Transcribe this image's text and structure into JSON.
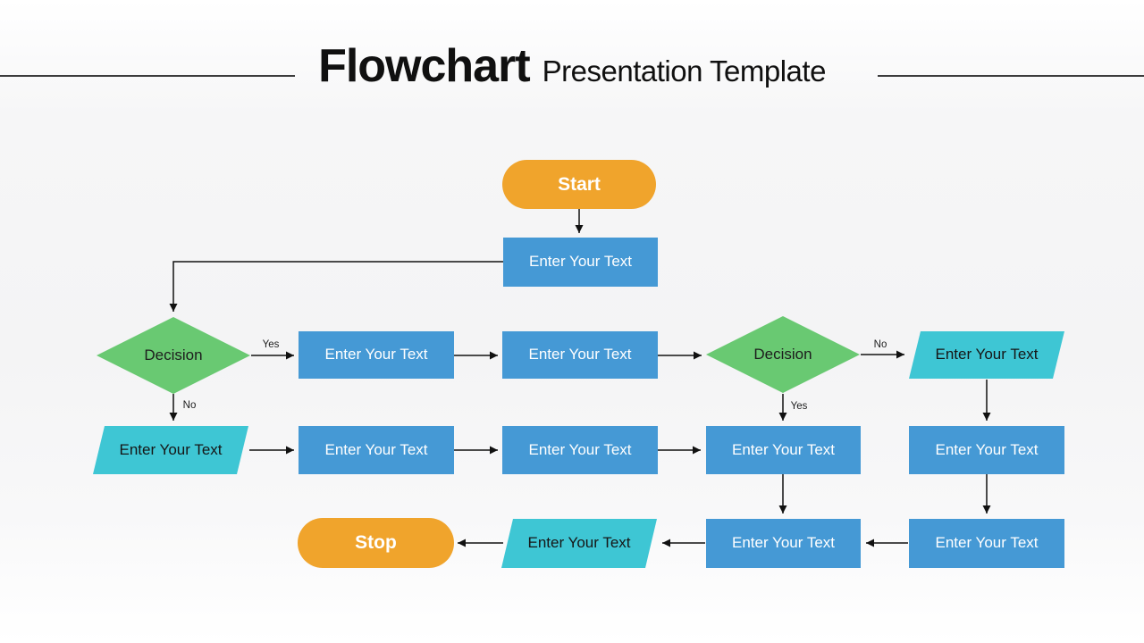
{
  "header": {
    "title_bold": "Flowchart",
    "title_rest": "Presentation Template"
  },
  "colors": {
    "orange": "#F0A42C",
    "blue": "#4599D5",
    "green": "#69C972",
    "teal": "#3EC6D4",
    "line": "#111111"
  },
  "nodes": [
    {
      "id": "start",
      "type": "terminator",
      "label": "Start"
    },
    {
      "id": "proc-top",
      "type": "process",
      "label": "Enter Your Text"
    },
    {
      "id": "decision1",
      "type": "decision",
      "label": "Decision"
    },
    {
      "id": "proc-r2c1",
      "type": "process",
      "label": "Enter Your Text"
    },
    {
      "id": "proc-r2c2",
      "type": "process",
      "label": "Enter Your Text"
    },
    {
      "id": "decision2",
      "type": "decision",
      "label": "Decision"
    },
    {
      "id": "io-right",
      "type": "input-output",
      "label": "Enter Your Text"
    },
    {
      "id": "io-left",
      "type": "input-output",
      "label": "Enter Your Text"
    },
    {
      "id": "proc-r3c1",
      "type": "process",
      "label": "Enter Your Text"
    },
    {
      "id": "proc-r3c2",
      "type": "process",
      "label": "Enter Your Text"
    },
    {
      "id": "proc-r3c3",
      "type": "process",
      "label": "Enter Your Text"
    },
    {
      "id": "proc-r3c4",
      "type": "process",
      "label": "Enter Your Text"
    },
    {
      "id": "proc-r4c3",
      "type": "process",
      "label": "Enter Your Text"
    },
    {
      "id": "proc-r4c4",
      "type": "process",
      "label": "Enter Your Text"
    },
    {
      "id": "io-bottom",
      "type": "input-output",
      "label": "Enter Your Text"
    },
    {
      "id": "stop",
      "type": "terminator",
      "label": "Stop"
    }
  ],
  "edge_labels": {
    "decision1_yes": "Yes",
    "decision1_no": "No",
    "decision2_no": "No",
    "decision2_yes": "Yes"
  }
}
